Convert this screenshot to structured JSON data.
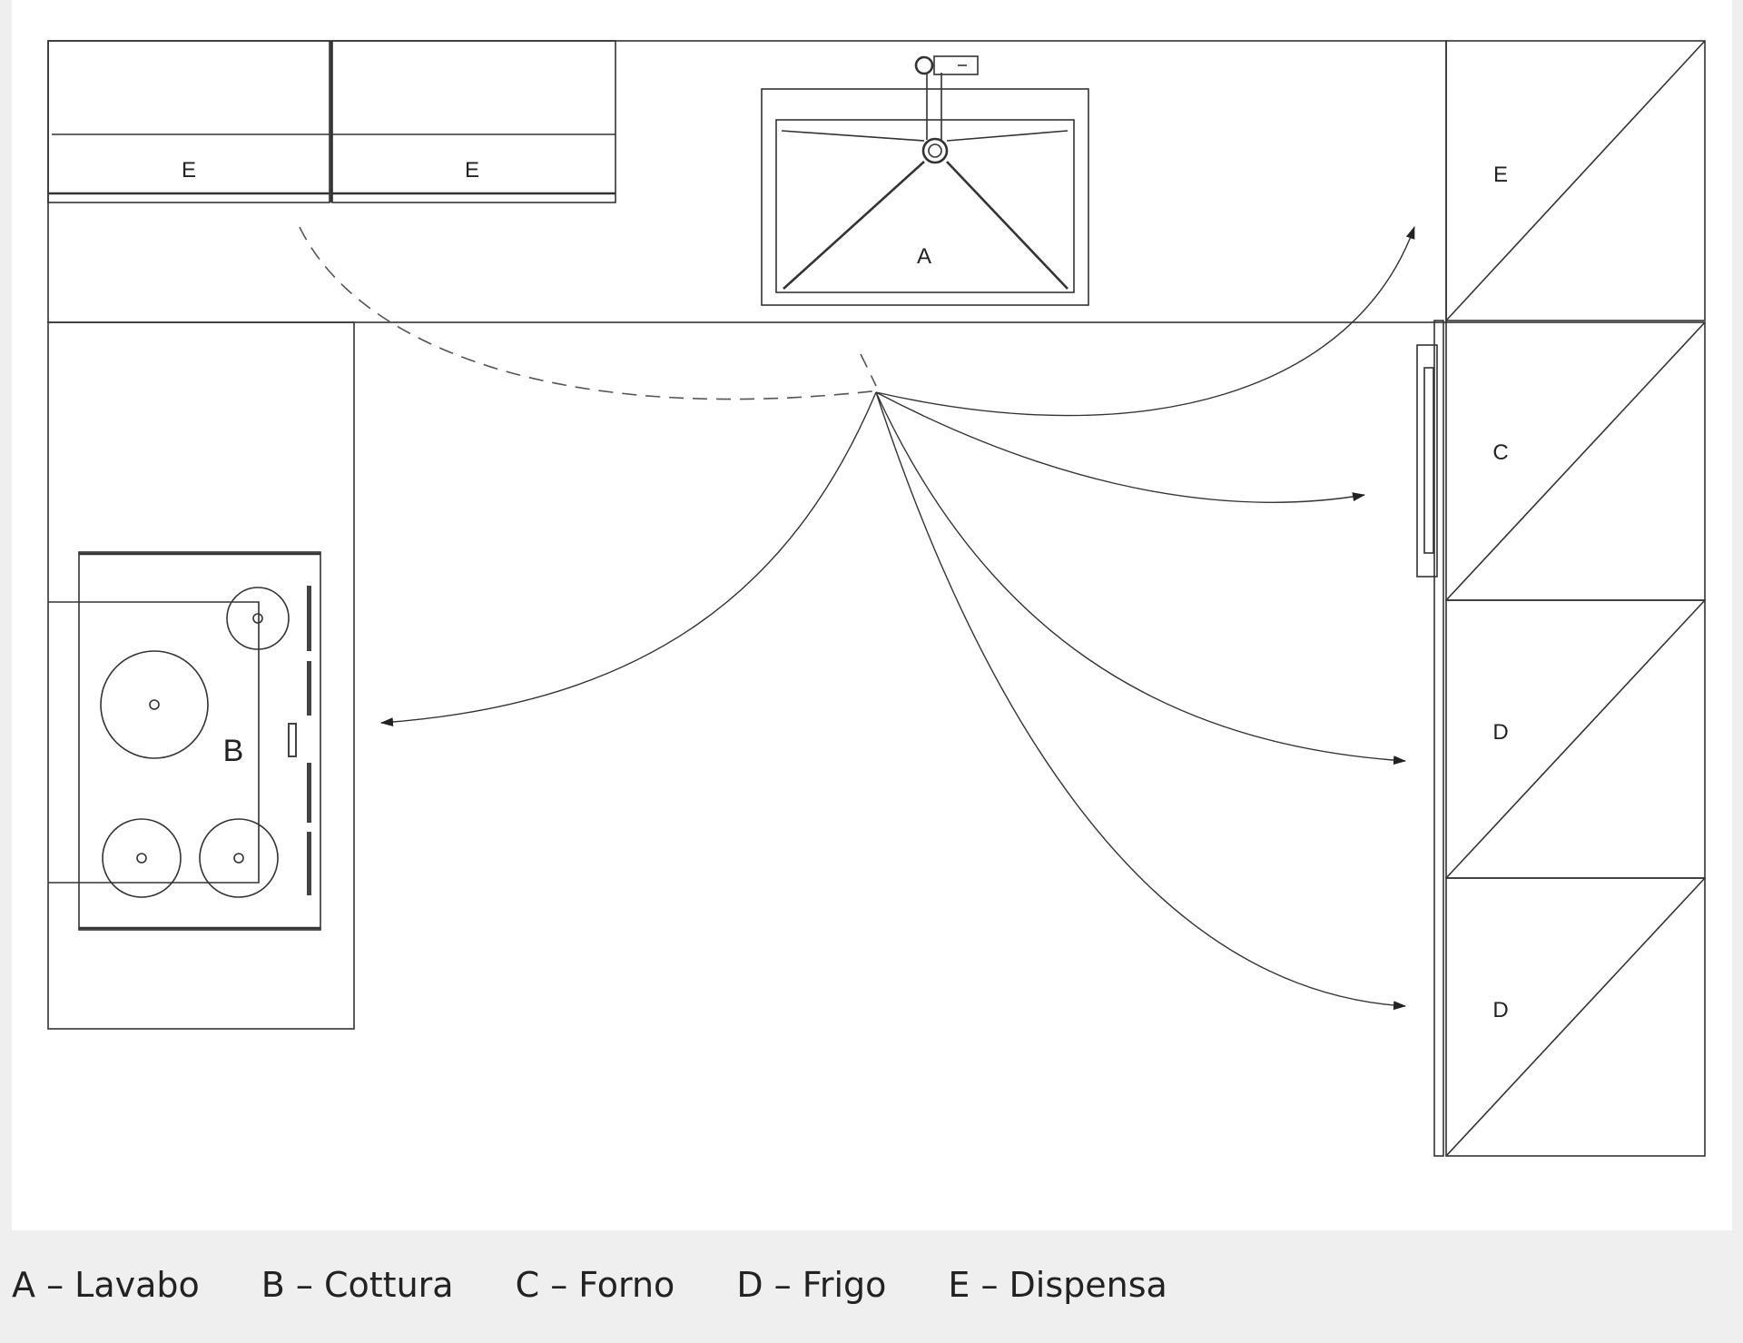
{
  "diagram": {
    "zones": {
      "sink": "A",
      "cooktop": "B",
      "oven": "C",
      "fridge_1": "D",
      "fridge_2": "D",
      "pantry_top_left": "E",
      "pantry_top_mid": "E",
      "pantry_right": "E"
    }
  },
  "legend": [
    {
      "key": "A",
      "label": "Lavabo",
      "text": "A – Lavabo"
    },
    {
      "key": "B",
      "label": "Cottura",
      "text": "B – Cottura"
    },
    {
      "key": "C",
      "label": "Forno",
      "text": "C – Forno"
    },
    {
      "key": "D",
      "label": "Frigo",
      "text": "D – Frigo"
    },
    {
      "key": "E",
      "label": "Dispensa",
      "text": "E – Dispensa"
    }
  ]
}
